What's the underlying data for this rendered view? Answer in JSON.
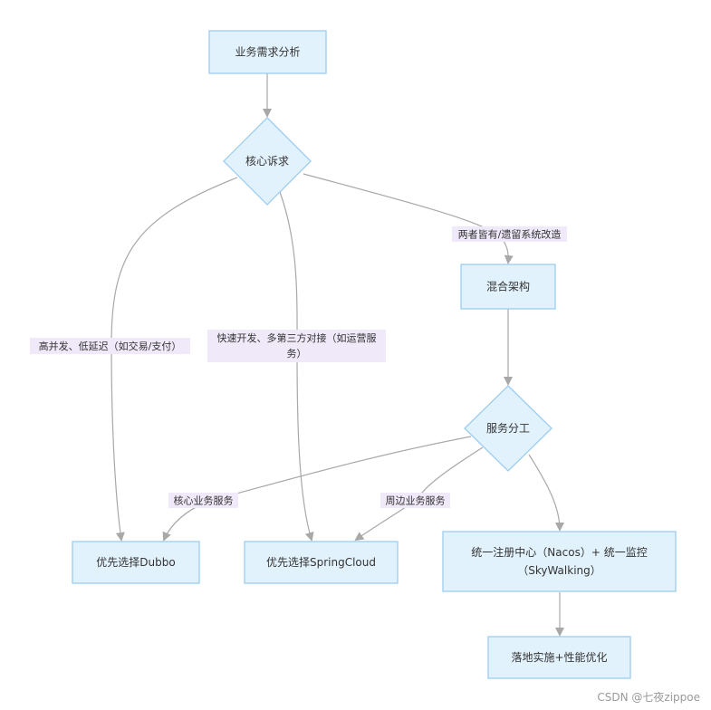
{
  "diagram": {
    "nodes": {
      "requirement_analysis": "业务需求分析",
      "core_demand": "核心诉求",
      "hybrid_architecture": "混合架构",
      "service_division": "服务分工",
      "prefer_dubbo": "优先选择Dubbo",
      "prefer_springcloud": "优先选择SpringCloud",
      "unified_registry_line1": "统一注册中心（Nacos）+ 统一监控",
      "unified_registry_line2": "（SkyWalking）",
      "landing_optimization": "落地实施+性能优化"
    },
    "edge_labels": {
      "both_legacy": "两者皆有/遗留系统改造",
      "high_concurrency": "高并发、低延迟（如交易/支付）",
      "rapid_dev_line1": "快速开发、多第三方对接（如运营服",
      "rapid_dev_line2": "务）",
      "core_service": "核心业务服务",
      "peripheral_service": "周边业务服务"
    }
  },
  "watermark": "CSDN @七夜zippoe",
  "colors": {
    "node_fill": "#e2f2fc",
    "node_stroke": "#9ccdf1",
    "edge": "#a8a8a8",
    "label_bg": "#efe9f9"
  }
}
